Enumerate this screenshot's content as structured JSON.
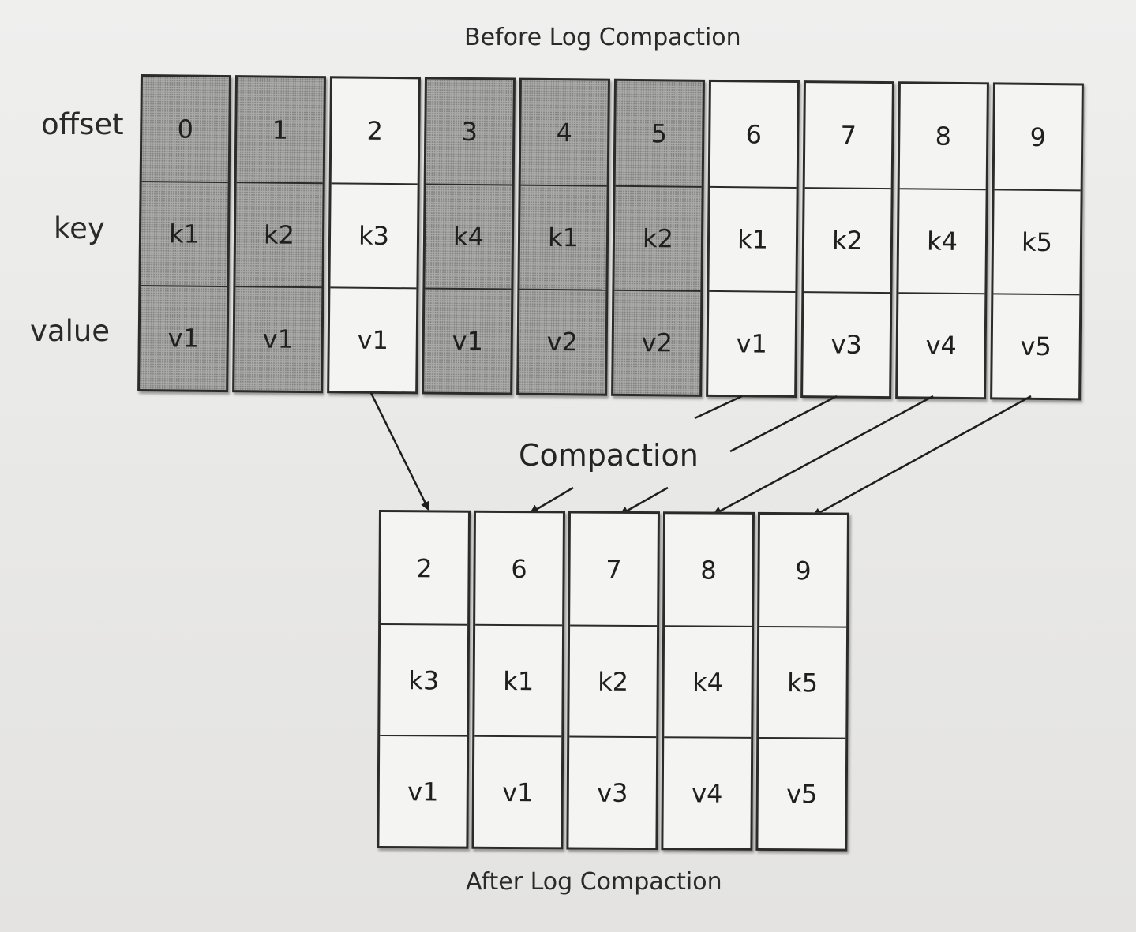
{
  "before": {
    "title": "Before Log Compaction",
    "row_labels": {
      "offset": "offset",
      "key": "key",
      "value": "value"
    },
    "records": [
      {
        "offset": "0",
        "key": "k1",
        "value": "v1",
        "removed": true
      },
      {
        "offset": "1",
        "key": "k2",
        "value": "v1",
        "removed": true
      },
      {
        "offset": "2",
        "key": "k3",
        "value": "v1",
        "removed": false
      },
      {
        "offset": "3",
        "key": "k4",
        "value": "v1",
        "removed": true
      },
      {
        "offset": "4",
        "key": "k1",
        "value": "v2",
        "removed": true
      },
      {
        "offset": "5",
        "key": "k2",
        "value": "v2",
        "removed": true
      },
      {
        "offset": "6",
        "key": "k1",
        "value": "v1",
        "removed": false
      },
      {
        "offset": "7",
        "key": "k2",
        "value": "v3",
        "removed": false
      },
      {
        "offset": "8",
        "key": "k4",
        "value": "v4",
        "removed": false
      },
      {
        "offset": "9",
        "key": "k5",
        "value": "v5",
        "removed": false
      }
    ]
  },
  "compaction_label": "Compaction",
  "after": {
    "title": "After Log Compaction",
    "records": [
      {
        "offset": "2",
        "key": "k3",
        "value": "v1"
      },
      {
        "offset": "6",
        "key": "k1",
        "value": "v1"
      },
      {
        "offset": "7",
        "key": "k2",
        "value": "v3"
      },
      {
        "offset": "8",
        "key": "k4",
        "value": "v4"
      },
      {
        "offset": "9",
        "key": "k5",
        "value": "v5"
      }
    ]
  },
  "colors": {
    "removed_fill": "#a9a9a7",
    "kept_fill": "#f4f4f2",
    "line": "#2b2b2b"
  }
}
